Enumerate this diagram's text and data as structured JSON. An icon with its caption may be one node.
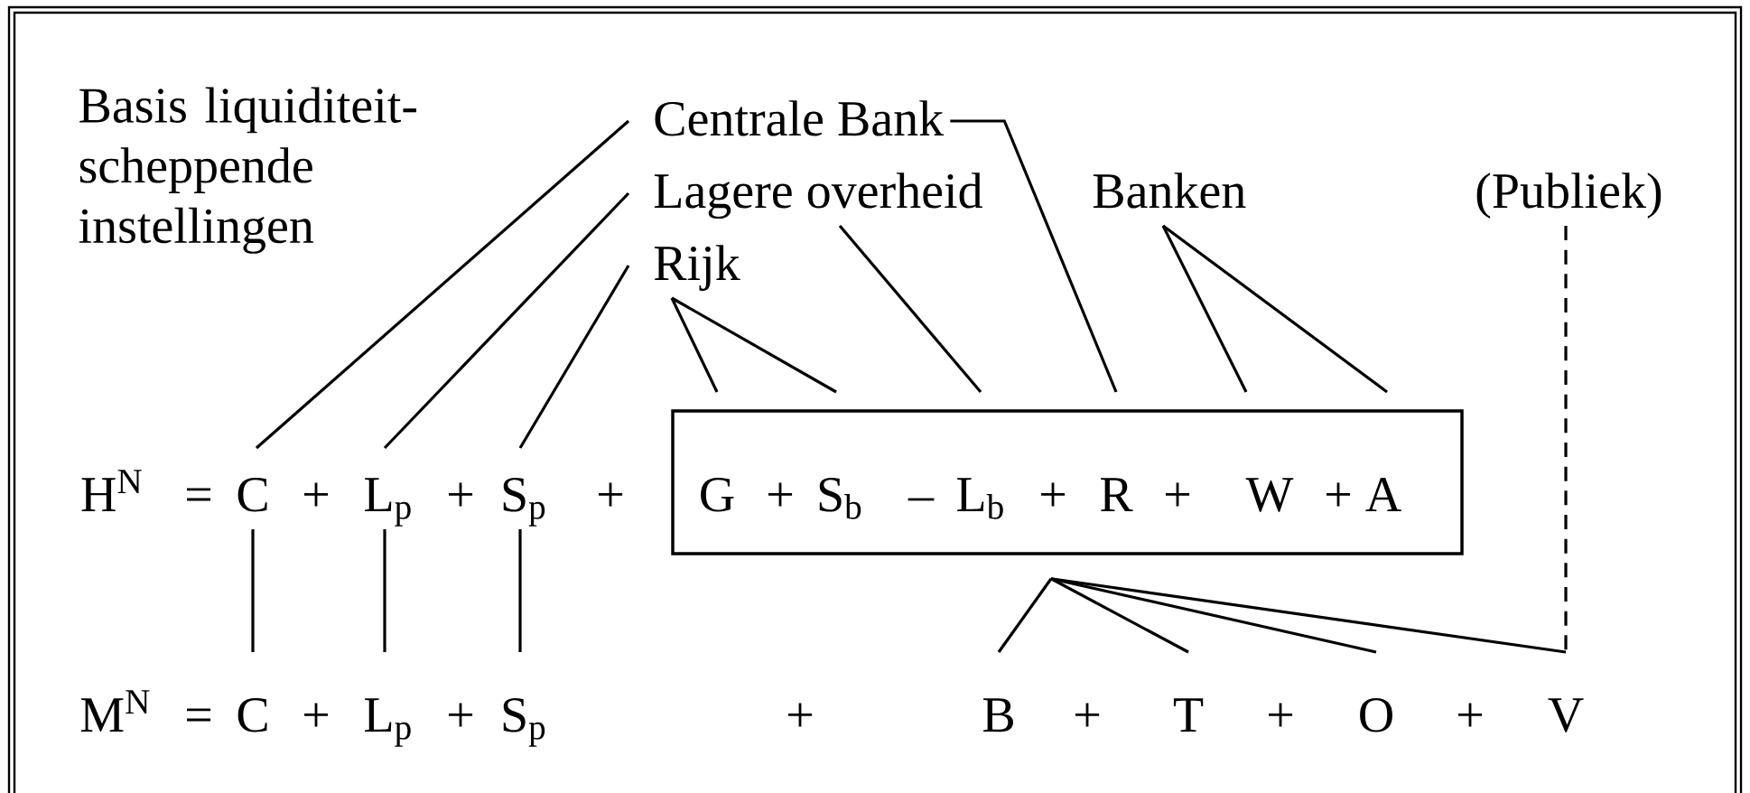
{
  "diagram": {
    "nodes": [
      {
        "text": [
          "Centrale Bank"
        ]
      },
      {
        "text": [
          "Lagere overheid"
        ]
      },
      {
        "text": [
          "Banken"
        ]
      },
      {
        "text": [
          "(Publiek)"
        ]
      },
      {
        "text": [
          "Rijk"
        ]
      },
      {
        "text": [
          "C"
        ]
      },
      {
        "text": [
          "L$_{p}$"
        ]
      },
      {
        "text": [
          "S$_{p}$"
        ]
      },
      {
        "text": [],
        "shape": "box"
      },
      {
        "text": [
          "G"
        ],
        "in": 8
      },
      {
        "text": [
          "S$_{b}$"
        ],
        "in": 8
      },
      {
        "text": [
          "L$_{b}$"
        ],
        "in": 8
      },
      {
        "text": [
          "R"
        ],
        "in": 8
      },
      {
        "text": [
          "W"
        ],
        "in": 8
      },
      {
        "text": [
          "A"
        ],
        "in": 8
      },
      {
        "text": [
          "C"
        ]
      },
      {
        "text": [
          "L$_{p}$"
        ]
      },
      {
        "text": [
          "S$_{p}$"
        ]
      },
      {
        "text": [
          "B"
        ]
      },
      {
        "text": [
          "T"
        ]
      },
      {
        "text": [
          "O"
        ]
      },
      {
        "text": [
          "V"
        ]
      }
    ],
    "edges": [
      {
        "from": 0,
        "to": 5,
        "arrow": "none"
      },
      {
        "from": 1,
        "to": 6,
        "arrow": "none"
      },
      {
        "from": 4,
        "to": 7,
        "arrow": "none"
      },
      {
        "from": 4,
        "to": 9,
        "arrow": "none"
      },
      {
        "from": 4,
        "to": 10,
        "arrow": "none"
      },
      {
        "from": 1,
        "to": 11,
        "arrow": "none"
      },
      {
        "from": 0,
        "to": 12,
        "arrow": "none"
      },
      {
        "from": 2,
        "to": 13,
        "arrow": "none"
      },
      {
        "from": 2,
        "to": 14,
        "arrow": "none"
      },
      {
        "from": 3,
        "to": 21,
        "arrow": "none",
        "style": "dashed"
      },
      {
        "from": 5,
        "to": 15,
        "arrow": "none"
      },
      {
        "from": 6,
        "to": 16,
        "arrow": "none"
      },
      {
        "from": 7,
        "to": 17,
        "arrow": "none"
      },
      {
        "from": 8,
        "to": 18,
        "arrow": "none"
      },
      {
        "from": 8,
        "to": 19,
        "arrow": "none"
      },
      {
        "from": 8,
        "to": 20,
        "arrow": "none"
      },
      {
        "from": 8,
        "to": 21,
        "arrow": "none"
      }
    ],
    "labels": [
      "Basis liquiditeit- scheppende instellingen",
      "H$^{N}$",
      "=",
      "+",
      "+",
      "+",
      "+",
      "–",
      "+",
      "+",
      "+",
      "M$^{N}$",
      "=",
      "+",
      "+",
      "+",
      "+",
      "+",
      "+"
    ]
  }
}
